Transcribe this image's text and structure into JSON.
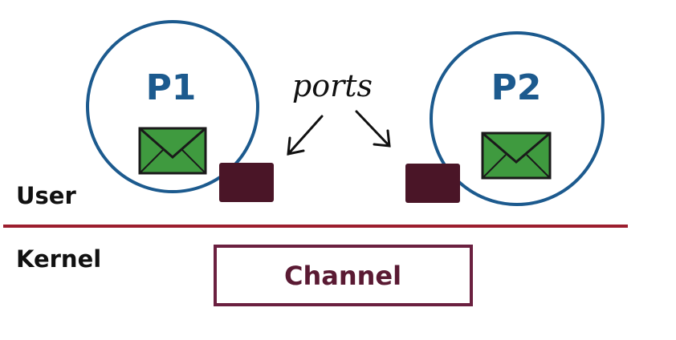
{
  "processes": [
    {
      "label": "P1"
    },
    {
      "label": "P2"
    }
  ],
  "annotation": {
    "label": "ports"
  },
  "layers": {
    "user": "User",
    "kernel": "Kernel"
  },
  "channel": {
    "label": "Channel"
  },
  "icons": {
    "message": "envelope-icon",
    "port": "port-square"
  },
  "colors": {
    "process_outline": "#1c5a8e",
    "envelope_fill": "#3f9a3f",
    "port_fill": "#4a1527",
    "divider": "#9c1e2e",
    "channel_border": "#6b2040",
    "channel_text": "#5a1a33"
  }
}
